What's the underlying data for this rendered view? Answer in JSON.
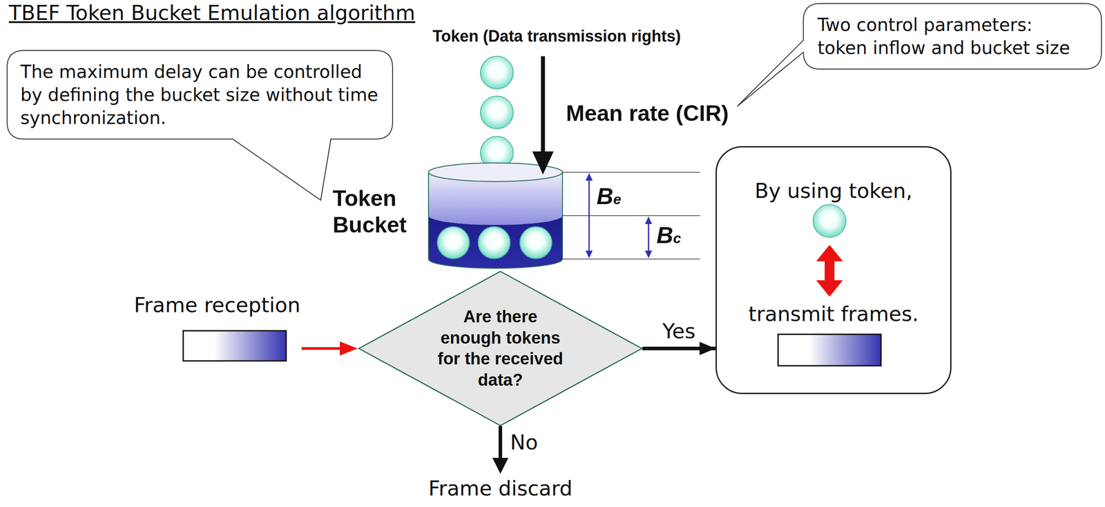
{
  "diagram": {
    "title": "TBEF Token Bucket Emulation algorithm",
    "nodes": [
      {
        "text": [
          "The maximum delay can be controlled by defining the bucket size without time synchronization."
        ]
      },
      {
        "text": [
          "Two control parameters: token inflow and bucket size"
        ]
      },
      {
        "text": [
          "Are there enough tokens for the received data?"
        ]
      },
      {
        "text": [
          "By using token,",
          "transmit frames."
        ]
      }
    ],
    "edges": [
      {
        "from": 2,
        "to": 3,
        "arrow": "to",
        "label": "Yes"
      }
    ],
    "labels": [
      "Token (Data transmission rights)",
      "Mean rate (CIR)",
      "Token Bucket",
      "Be",
      "Bc",
      "Frame reception",
      "No",
      "Frame discard"
    ]
  }
}
